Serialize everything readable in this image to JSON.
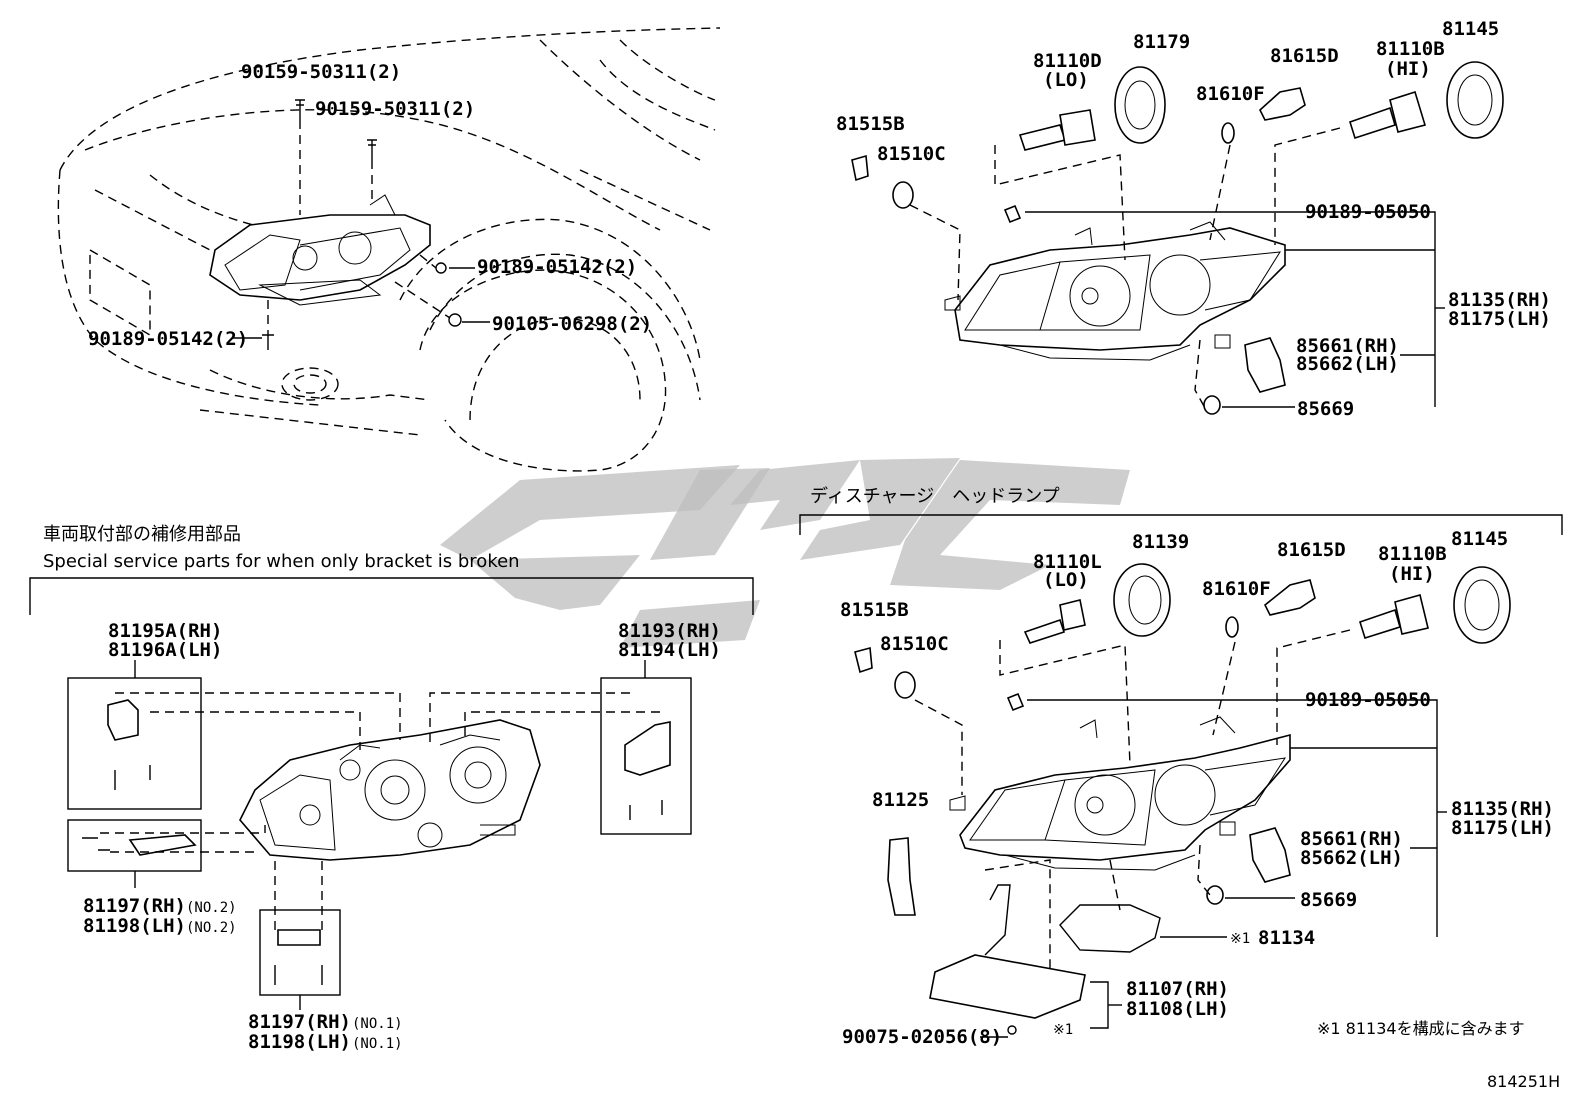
{
  "diagram": {
    "top_left_callouts": [
      "90159-50311(2)",
      "90159-50311(2)",
      "90189-05142(2)",
      "90105-06298(2)",
      "90189-05142(2)"
    ],
    "top_right": {
      "parts": [
        "81179",
        "81110D",
        "(LO)",
        "81615D",
        "81110B",
        "(HI)",
        "81145",
        "81610F",
        "81515B",
        "81510C",
        "90189-05050",
        "81135(RH)",
        "81175(LH)",
        "85661(RH)",
        "85662(LH)",
        "85669"
      ]
    },
    "bracket_section": {
      "title_jp": "車両取付部の補修用部品",
      "title_en": "Special service parts for when only bracket is broken",
      "parts": [
        "81195A(RH)",
        "81196A(LH)",
        "81193(RH)",
        "81194(LH)",
        "81197(RH)",
        "(NO.2)",
        "81198(LH)",
        "(NO.2)",
        "81197(RH)",
        "(NO.1)",
        "81198(LH)",
        "(NO.1)"
      ]
    },
    "discharge_section": {
      "title_jp": "ディスチャージ　ヘッドランプ",
      "parts": [
        "81139",
        "81110L",
        "(LO)",
        "81615D",
        "81110B",
        "(HI)",
        "81145",
        "81610F",
        "81515B",
        "81510C",
        "90189-05050",
        "81125",
        "81135(RH)",
        "81175(LH)",
        "85661(RH)",
        "85662(LH)",
        "85669",
        "※1",
        "81134",
        "81107(RH)",
        "81108(LH)",
        "※1",
        "90075-02056(8)"
      ],
      "note": "※1 81134を構成に含みます"
    },
    "figure_id": "814251H"
  }
}
